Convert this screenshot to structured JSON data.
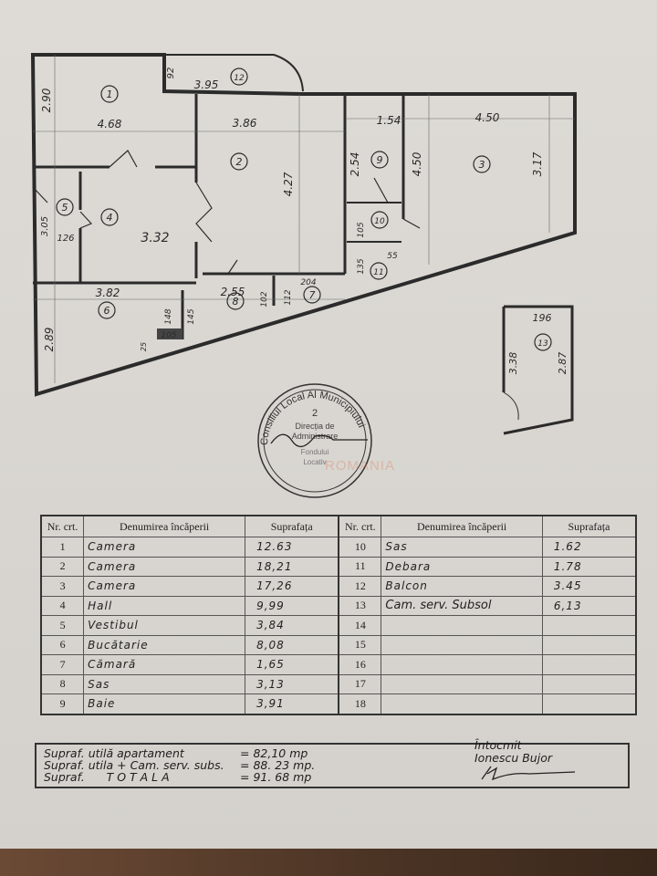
{
  "document": {
    "type": "Floor plan with room area table"
  },
  "floor_plan": {
    "dimensions": {
      "room1_width": "4.68",
      "room1_height": "2.90",
      "balcony_width": "3.95",
      "balcony_depth": "92",
      "room2_width": "3.86",
      "room2_height": "4.27",
      "room9_width": "1.54",
      "room9_height": "2.54",
      "room3_width": "4.50",
      "room3_left_height": "4.50",
      "room3_right_height": "3.17",
      "hall_width": "3.32",
      "vestibul_height": "3.05",
      "vestibul_width": "126",
      "kitchen_width": "3.82",
      "kitchen_height": "2.89",
      "sas_width": "2.55",
      "dim_148": "148",
      "dim_145": "145",
      "dim_105a": "105",
      "dim_25": "25",
      "dim_102": "102",
      "dim_112": "112",
      "dim_204": "204",
      "dim_105b": "105",
      "dim_135": "135",
      "dim_55": "55",
      "sub_width": "196",
      "sub_left": "3.38",
      "sub_right": "2.87"
    },
    "room_numbers": [
      "1",
      "2",
      "3",
      "4",
      "5",
      "6",
      "7",
      "8",
      "9",
      "10",
      "11",
      "12",
      "13"
    ]
  },
  "stamp": {
    "outer_text": "Consiliul Local Al Municipiului",
    "number": "2",
    "inner_lines": [
      "Direcția de",
      "Administrare",
      "Fondului",
      "Locativ"
    ],
    "watermark": "ROMANIA"
  },
  "table": {
    "headers": {
      "nr": "Nr. crt.",
      "name": "Denumirea încăperii",
      "area": "Suprafața"
    },
    "rows_left": [
      {
        "nr": "1",
        "name": "Camera",
        "area": "12.63"
      },
      {
        "nr": "2",
        "name": "Camera",
        "area": "18,21"
      },
      {
        "nr": "3",
        "name": "Camera",
        "area": "17,26"
      },
      {
        "nr": "4",
        "name": "Hall",
        "area": "9,99"
      },
      {
        "nr": "5",
        "name": "Vestibul",
        "area": "3,84"
      },
      {
        "nr": "6",
        "name": "Bucătarie",
        "area": "8,08"
      },
      {
        "nr": "7",
        "name": "Cămară",
        "area": "1,65"
      },
      {
        "nr": "8",
        "name": "Sas",
        "area": "3,13"
      },
      {
        "nr": "9",
        "name": "Baie",
        "area": "3,91"
      }
    ],
    "rows_right": [
      {
        "nr": "10",
        "name": "Sas",
        "area": "1.62"
      },
      {
        "nr": "11",
        "name": "Debara",
        "area": "1.78"
      },
      {
        "nr": "12",
        "name": "Balcon",
        "area": "3.45"
      },
      {
        "nr": "13",
        "name": "Cam. serv. Subsol",
        "area": "6,13"
      },
      {
        "nr": "14",
        "name": "",
        "area": ""
      },
      {
        "nr": "15",
        "name": "",
        "area": ""
      },
      {
        "nr": "16",
        "name": "",
        "area": ""
      },
      {
        "nr": "17",
        "name": "",
        "area": ""
      },
      {
        "nr": "18",
        "name": "",
        "area": ""
      }
    ]
  },
  "summary": {
    "lines": [
      {
        "label": "Supraf. utilă apartament",
        "value": "= 82,10 mp"
      },
      {
        "label": "Supraf. utila + Cam. serv. subs.",
        "value": "= 88. 23 mp."
      },
      {
        "label": "Supraf.      T O T A L A",
        "value": "= 91. 68 mp"
      }
    ],
    "signature": {
      "role": "Întocmit",
      "name": "Ionescu Bujor",
      "mark": "signature"
    }
  }
}
